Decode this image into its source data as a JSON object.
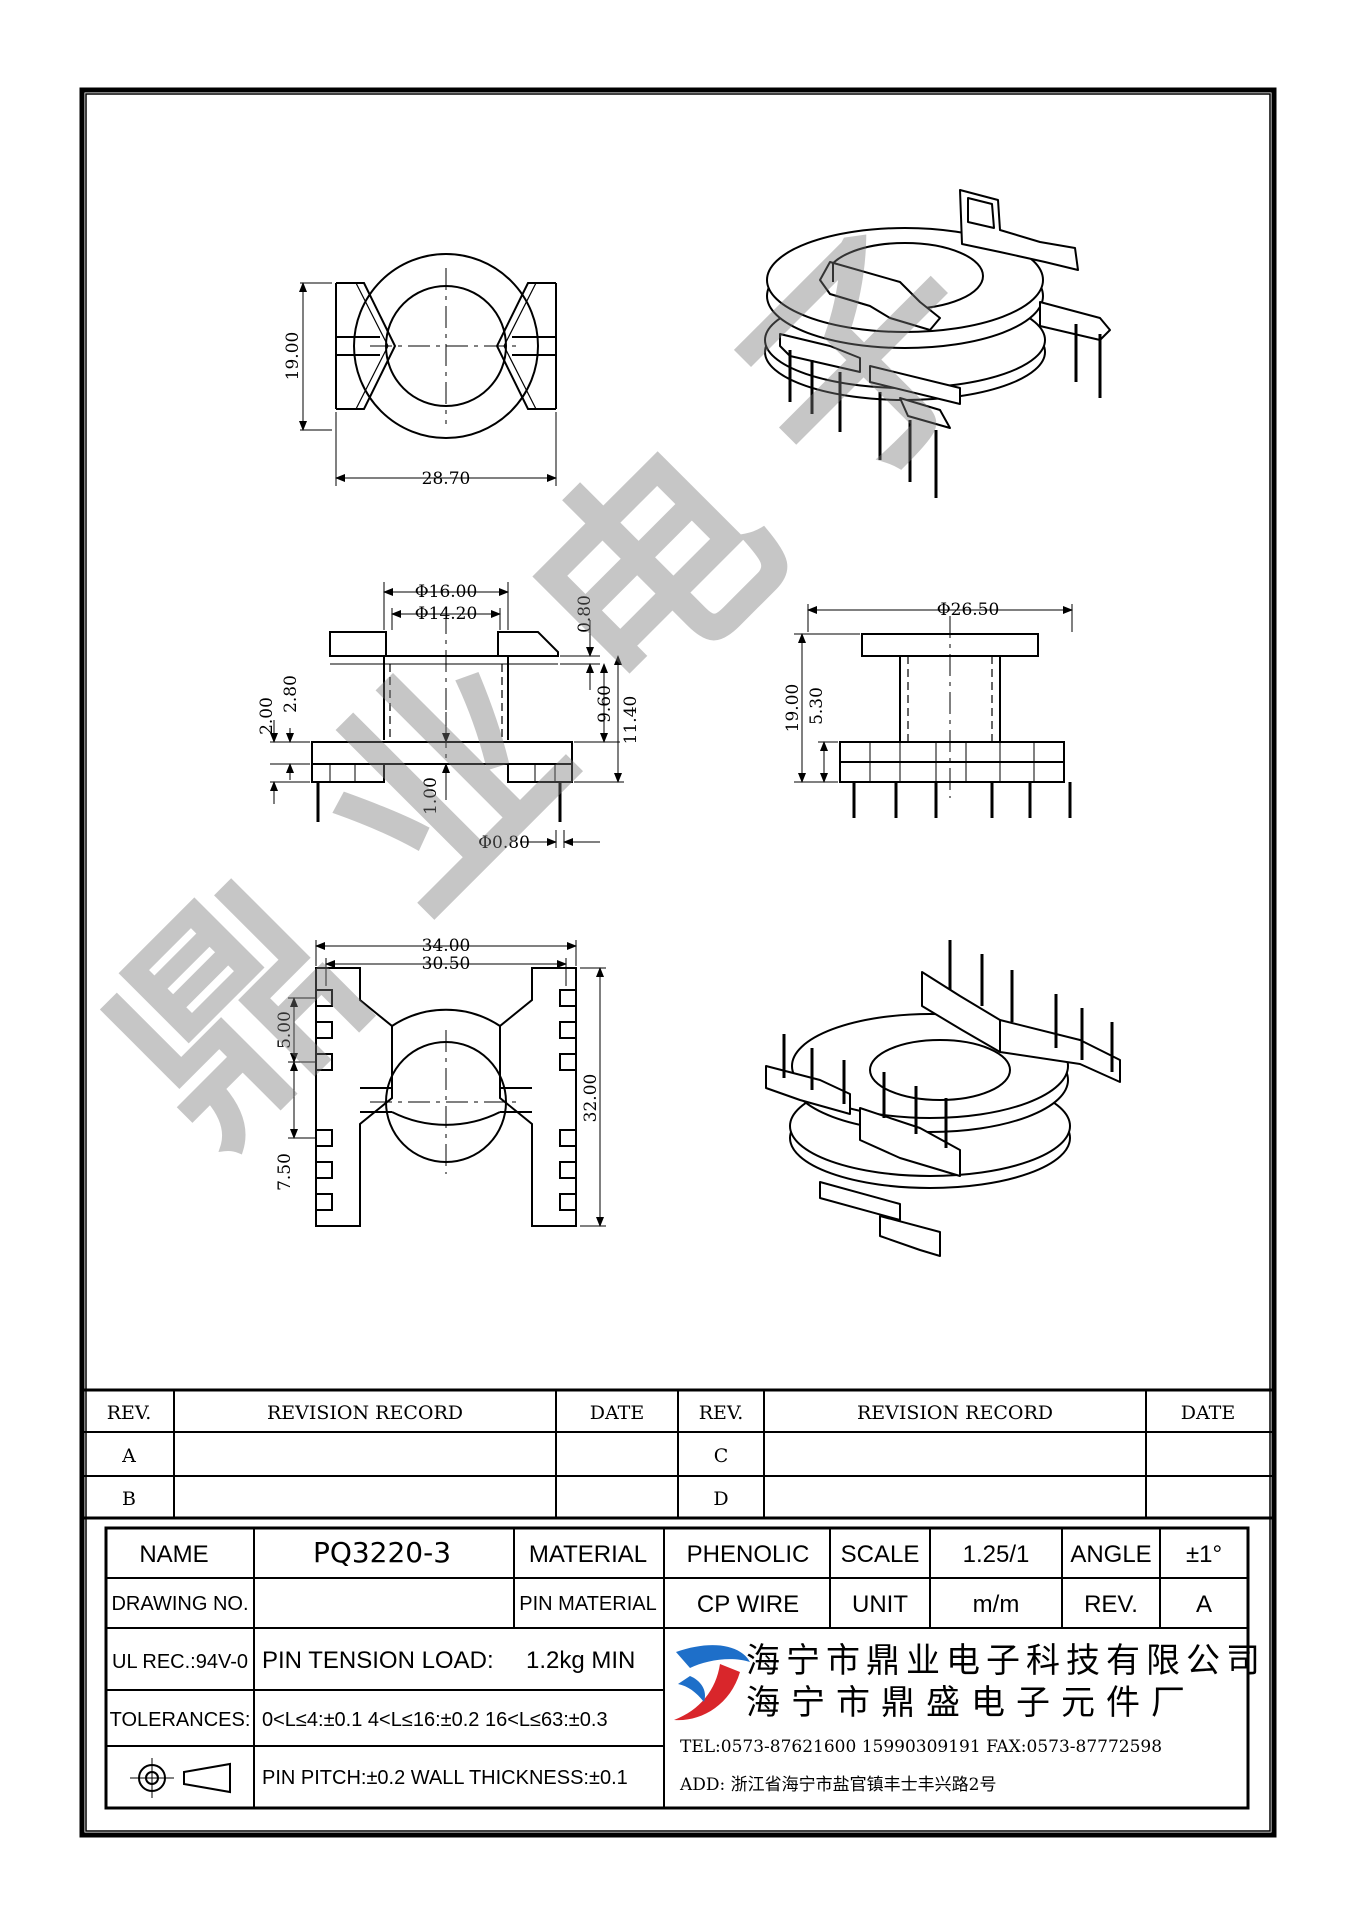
{
  "drawing": {
    "top_view": {
      "height_dim": "19.00",
      "width_dim": "28.70"
    },
    "side_view_left": {
      "d_outer": "Φ16.00",
      "d_inner": "Φ14.20",
      "flange_top": "0.80",
      "h_9_60": "9.60",
      "h_11_40": "11.40",
      "h_2_80": "2.80",
      "h_2_00": "2.00",
      "pin_1_00": "1.00",
      "pin_d": "Φ0.80"
    },
    "side_view_right": {
      "d_flange": "Φ26.50",
      "h_19_00": "19.00",
      "h_5_30": "5.30"
    },
    "bottom_view": {
      "w_34": "34.00",
      "w_30_5": "30.50",
      "pitch_5": "5.00",
      "pitch_7_5": "7.50",
      "h_32": "32.00"
    }
  },
  "watermark": {
    "chars": [
      "鼎",
      "业",
      "电",
      "子"
    ]
  },
  "revision_table": {
    "headers": [
      "REV.",
      "REVISION RECORD",
      "DATE",
      "REV.",
      "REVISION RECORD",
      "DATE"
    ],
    "rows_left": [
      "A",
      "B"
    ],
    "rows_right": [
      "C",
      "D"
    ]
  },
  "title_block": {
    "name_label": "NAME",
    "name_value": "PQ3220-3",
    "material_label": "MATERIAL",
    "material_value": "PHENOLIC",
    "scale_label": "SCALE",
    "scale_value": "1.25/1",
    "angle_label": "ANGLE",
    "angle_value": "±1°",
    "drawing_no_label": "DRAWING NO.",
    "pin_material_label": "PIN MATERIAL",
    "pin_material_value": "CP WIRE",
    "unit_label": "UNIT",
    "unit_value": "m/m",
    "rev_label": "REV.",
    "rev_value": "A",
    "ul_label": "UL REC.:94V-0",
    "pin_tension": "PIN  TENSION  LOAD:",
    "pin_tension_value": "1.2kg  MIN",
    "tolerances_label": "TOLERANCES:",
    "tolerances_value": "0<L≤4:±0.1  4<L≤16:±0.2  16<L≤63:±0.3",
    "pin_pitch": "PIN PITCH:±0.2  WALL THICKNESS:±0.1",
    "company_1": "海宁市鼎业电子科技有限公司",
    "company_2": "海宁市鼎盛电子元件厂",
    "tel": "TEL:0573-87621600  15990309191   FAX:0573-87772598",
    "addr": "ADD: 浙江省海宁市盐官镇丰士丰兴路2号",
    "logo_color": "#1e6fc9",
    "logo_accent": "#d9262b"
  }
}
